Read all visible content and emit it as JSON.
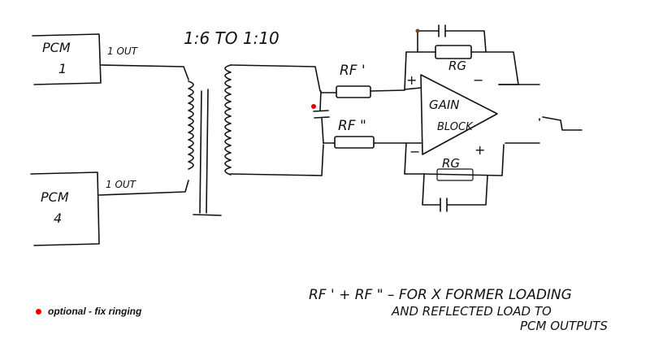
{
  "labels": {
    "pcm1_a": "PCM",
    "pcm1_b": "1",
    "pcm2_a": "PCM",
    "pcm2_b": "4",
    "out_top": "1 OUT",
    "out_bottom": "1 OUT",
    "ratio": "1:6 TO 1:10",
    "rf_top": "RF '",
    "rf_bottom": "RF \"",
    "rg_top": "RG",
    "rg_bottom": "RG",
    "gain_a": "GAIN",
    "gain_b": "BLOCK",
    "plus_top": "+",
    "minus_top": "−",
    "minus_bottom": "−",
    "plus_bottom": "+"
  },
  "note": {
    "line1": "RF ' + RF \" –  FOR X FORMER LOADING",
    "line2": "AND REFLECTED LOAD TO",
    "line3": "PCM OUTPUTS"
  },
  "legend": {
    "text": "optional - fix ringing",
    "dot_color": "#e00000"
  },
  "colors": {
    "ink": "#111111",
    "marker_red": "#e00000",
    "marker_brown": "#7a4a1a"
  }
}
